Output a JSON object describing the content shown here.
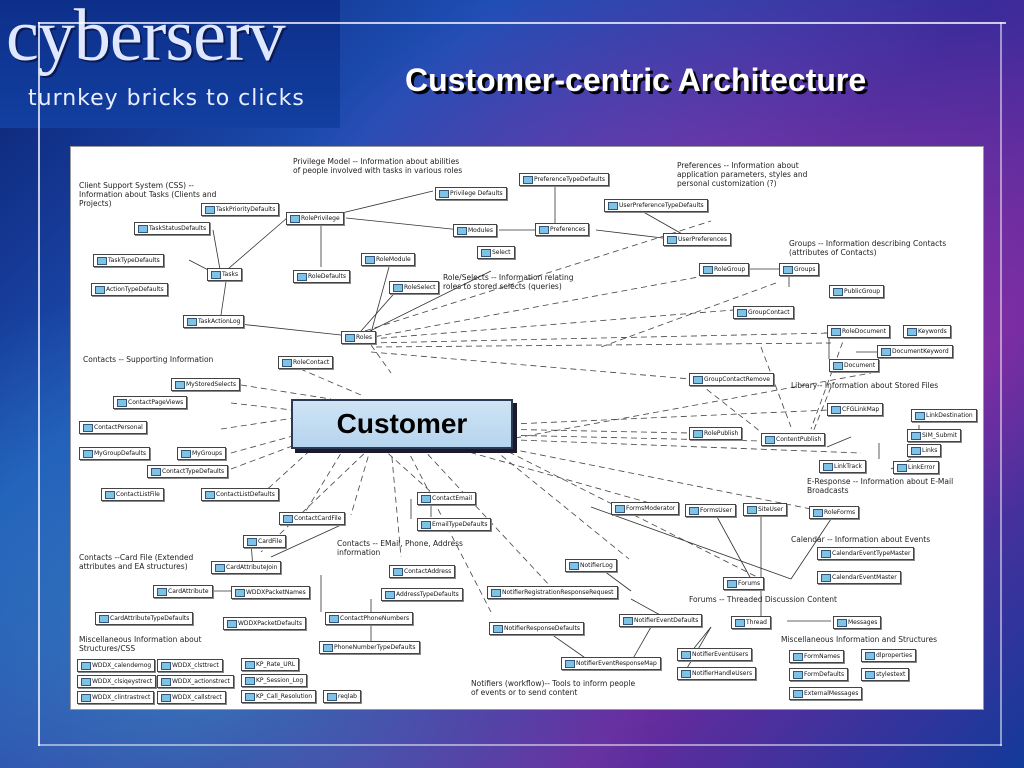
{
  "brand": {
    "logo": "cyberserv",
    "tagline": "turnkey bricks to clicks"
  },
  "slide": {
    "title": "Customer-centric Architecture"
  },
  "center": {
    "label": "Customer"
  },
  "notes": {
    "privilege": "Privilege Model -- Information about abilities of people involved with tasks in various roles",
    "preferences": "Preferences -- Information about application parameters, styles and personal customization (?)",
    "css": "Client Support System (CSS) -- Information about Tasks (Clients and Projects)",
    "groups": "Groups -- Information describing Contacts (attributes of Contacts)",
    "role_selects": "Role/Selects -- Information relating roles to stored selects (queries)",
    "contacts_support": "Contacts -- Supporting Information",
    "library": "Library-- Information about Stored Files",
    "eresponse": "E-Response -- Information about E-Mail Broadcasts",
    "card_file": "Contacts --Card File (Extended attributes and EA structures)",
    "contacts_email": "Contacts -- EMail, Phone, Address information",
    "calendar": "Calendar -- Information about Events",
    "forums": "Forums -- Threaded Discussion Content",
    "misc_left": "Miscellaneous Information about Structures/CSS",
    "misc_right": "Miscellaneous Information and Structures",
    "notifiers": "Notifiers (workflow)-- Tools to inform people of events or to send content"
  },
  "entities": {
    "privilege_defaults": "Privilege Defaults",
    "preference_type_defaults": "PreferenceTypeDefaults",
    "task_priority_defaults": "TaskPriorityDefaults",
    "role_privilege": "RolePrivilege",
    "user_preference_type_defaults": "UserPreferenceTypeDefaults",
    "task_status_defaults": "TaskStatusDefaults",
    "modules": "Modules",
    "preferences": "Preferences",
    "user_preferences": "UserPreferences",
    "select": "Select",
    "task_type_defaults": "TaskTypeDefaults",
    "tasks": "Tasks",
    "role_defaults": "RoleDefaults",
    "role_module": "RoleModule",
    "role_group": "RoleGroup",
    "groups": "Groups",
    "action_type_defaults": "ActionTypeDefaults",
    "role_select": "RoleSelect",
    "public_group": "PublicGroup",
    "task_action_log": "TaskActionLog",
    "group_contact": "GroupContact",
    "role_document": "RoleDocument",
    "keywords": "Keywords",
    "roles": "Roles",
    "document_keyword": "DocumentKeyword",
    "role_contact": "RoleContact",
    "document": "Document",
    "my_stored_selects": "MyStoredSelects",
    "group_contact_remove": "GroupContactRemove",
    "contact_page_views": "ContactPageViews",
    "cfg_link_map": "CFGLinkMap",
    "link_destination": "LinkDestination",
    "contact_personal": "ContactPersonal",
    "role_publish": "RolePublish",
    "contents_publish": "ContentPublish",
    "sim_submit": "SIM_Submit",
    "my_group_defaults": "MyGroupDefaults",
    "my_groups": "MyGroups",
    "links": "Links",
    "contact_type_defaults": "ContactTypeDefaults",
    "link_track": "LinkTrack",
    "link_error": "LinkError",
    "contact_list_file": "ContactListFile",
    "contact_list_defaults": "ContactListDefaults",
    "contact_email": "ContactEmail",
    "forms_moderator": "FormsModerator",
    "forms_user": "FormsUser",
    "site_user": "SiteUser",
    "role_forms": "RoleForms",
    "contact_card_file": "ContactCardFile",
    "email_type_defaults": "EmailTypeDefaults",
    "card_file": "CardFile",
    "calendar_event_type_master": "CalendarEventTypeMaster",
    "card_attribute_join": "CardAttributeJoin",
    "notifier_log": "NotifierLog",
    "calendar_event_master": "CalendarEventMaster",
    "contact_address": "ContactAddress",
    "forums": "Forums",
    "card_attribute": "CardAttribute",
    "wddx_packet_names": "WDDXPacketNames",
    "address_type_defaults": "AddressTypeDefaults",
    "notifier_reg": "NotifierRegistrationResponseRequest",
    "card_attribute_type_defaults": "CardAttributeTypeDefaults",
    "wddx_packet_defaults": "WDDXPacketDefaults",
    "contact_phone_numbers": "ContactPhoneNumbers",
    "notifier_response_defaults": "NotifierResponseDefaults",
    "notifier_event_defaults": "NotifierEventDefaults",
    "thread": "Thread",
    "messages": "Messages",
    "phone_number_type_defaults": "PhoneNumberTypeDefaults",
    "notifier_event_response_map": "NotifierEventResponseMap",
    "notifier_event_users": "NotifierEventUsers",
    "form_names": "FormNames",
    "dlproperties": "dlproperties",
    "notifier_handle_users": "NotifierHandleUsers",
    "form_defaults": "FormDefaults",
    "styles_text": "stylestext",
    "external_messages": "ExternalMessages",
    "wddx_calendemog": "WDDX_calendemog",
    "wddx_clsttrect": "WDDX_clsttrect",
    "kp_rate_url": "KP_Rate_URL",
    "wddx_clsiqeystrect": "WDDX_clsiqeystrect",
    "wddx_actionstrect": "WDDX_actionstrect",
    "kp_session_log": "KP_Session_Log",
    "wddx_clintrastrect": "WDDX_clintrastrect",
    "wddx_callstrect": "WDDX_callstrect",
    "kp_call_resolution": "KP_Call_Resolution",
    "reqlab": "reqlab"
  }
}
